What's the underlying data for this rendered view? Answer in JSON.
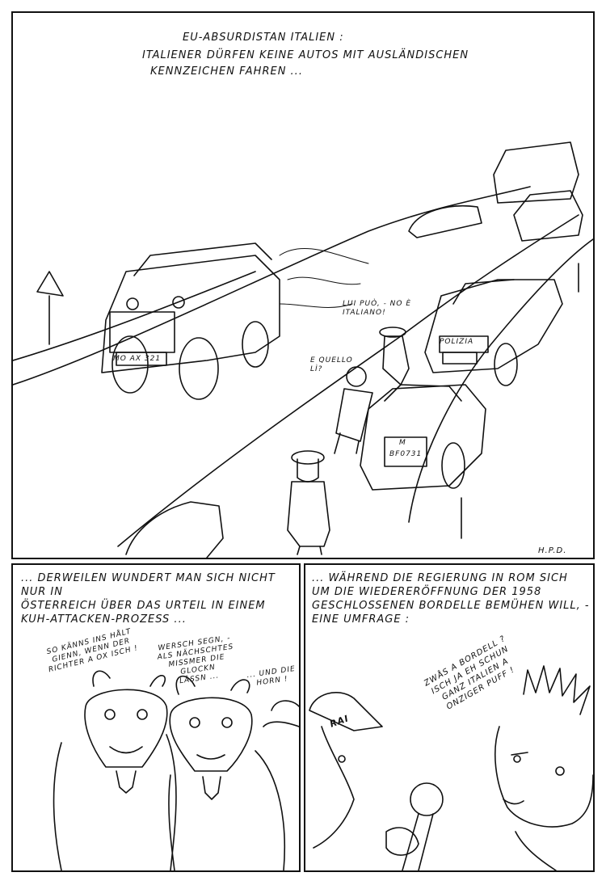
{
  "top_panel": {
    "title_line1": "EU-ABSURDISTAN ITALIEN :",
    "title_line2": "ITALIENER DÜRFEN KEINE AUTOS MIT AUSLÄNDISCHEN",
    "title_line3": "KENNZEICHEN FAHREN ...",
    "truck_plate": "MO AX 321",
    "police_car_label": "POLIZIA",
    "white_car_plate_top": "M",
    "white_car_plate_bottom": "BF0731",
    "speech_lui_line1": "LUI PUÒ, - NO È",
    "speech_lui_line2": "ITALIANO!",
    "speech_quello_line1": "E QUELLO",
    "speech_quello_line2": "LÌ?",
    "signature": "H.P.D."
  },
  "bottom_left_panel": {
    "caption_line1": "... DERWEILEN WUNDERT MAN SICH NICHT NUR IN",
    "caption_line2": "ÖSTERREICH ÜBER DAS URTEIL IN EINEM",
    "caption_line3": "KUH-ATTACKEN-PROZESS ...",
    "speech_cow1_line1": "SO KÄNNS INS HÅLT",
    "speech_cow1_line2": "GIENN, WENN DER",
    "speech_cow1_line3": "RICHTER A OX ISCH !",
    "speech_cow2_line1": "WERSCH SEGN, -",
    "speech_cow2_line2": "ALS NÄCHSCHTES",
    "speech_cow2_line3": "MISSMER DIE",
    "speech_cow2_line4": "GLOCKN",
    "speech_cow2_line5": "LÅSSN ...",
    "speech_cow3_line1": "... UND DIE",
    "speech_cow3_line2": "HORN !"
  },
  "bottom_right_panel": {
    "caption_line1": "... WÄHREND DIE REGIERUNG IN ROM SICH",
    "caption_line2": "UM DIE WIEDERERÖFFNUNG DER 1958",
    "caption_line3": "GESCHLOSSENEN BORDELLE BEMÜHEN WILL, -",
    "caption_line4": "EINE UMFRAGE :",
    "cap_label": "RAI",
    "speech_line1": "ZWÅS A BORDELL ?",
    "speech_line2": "ISCH JA EH SCHUN",
    "speech_line3": "GANZ ITALIEN A",
    "speech_line4": "ONZIGER PUFF !"
  }
}
